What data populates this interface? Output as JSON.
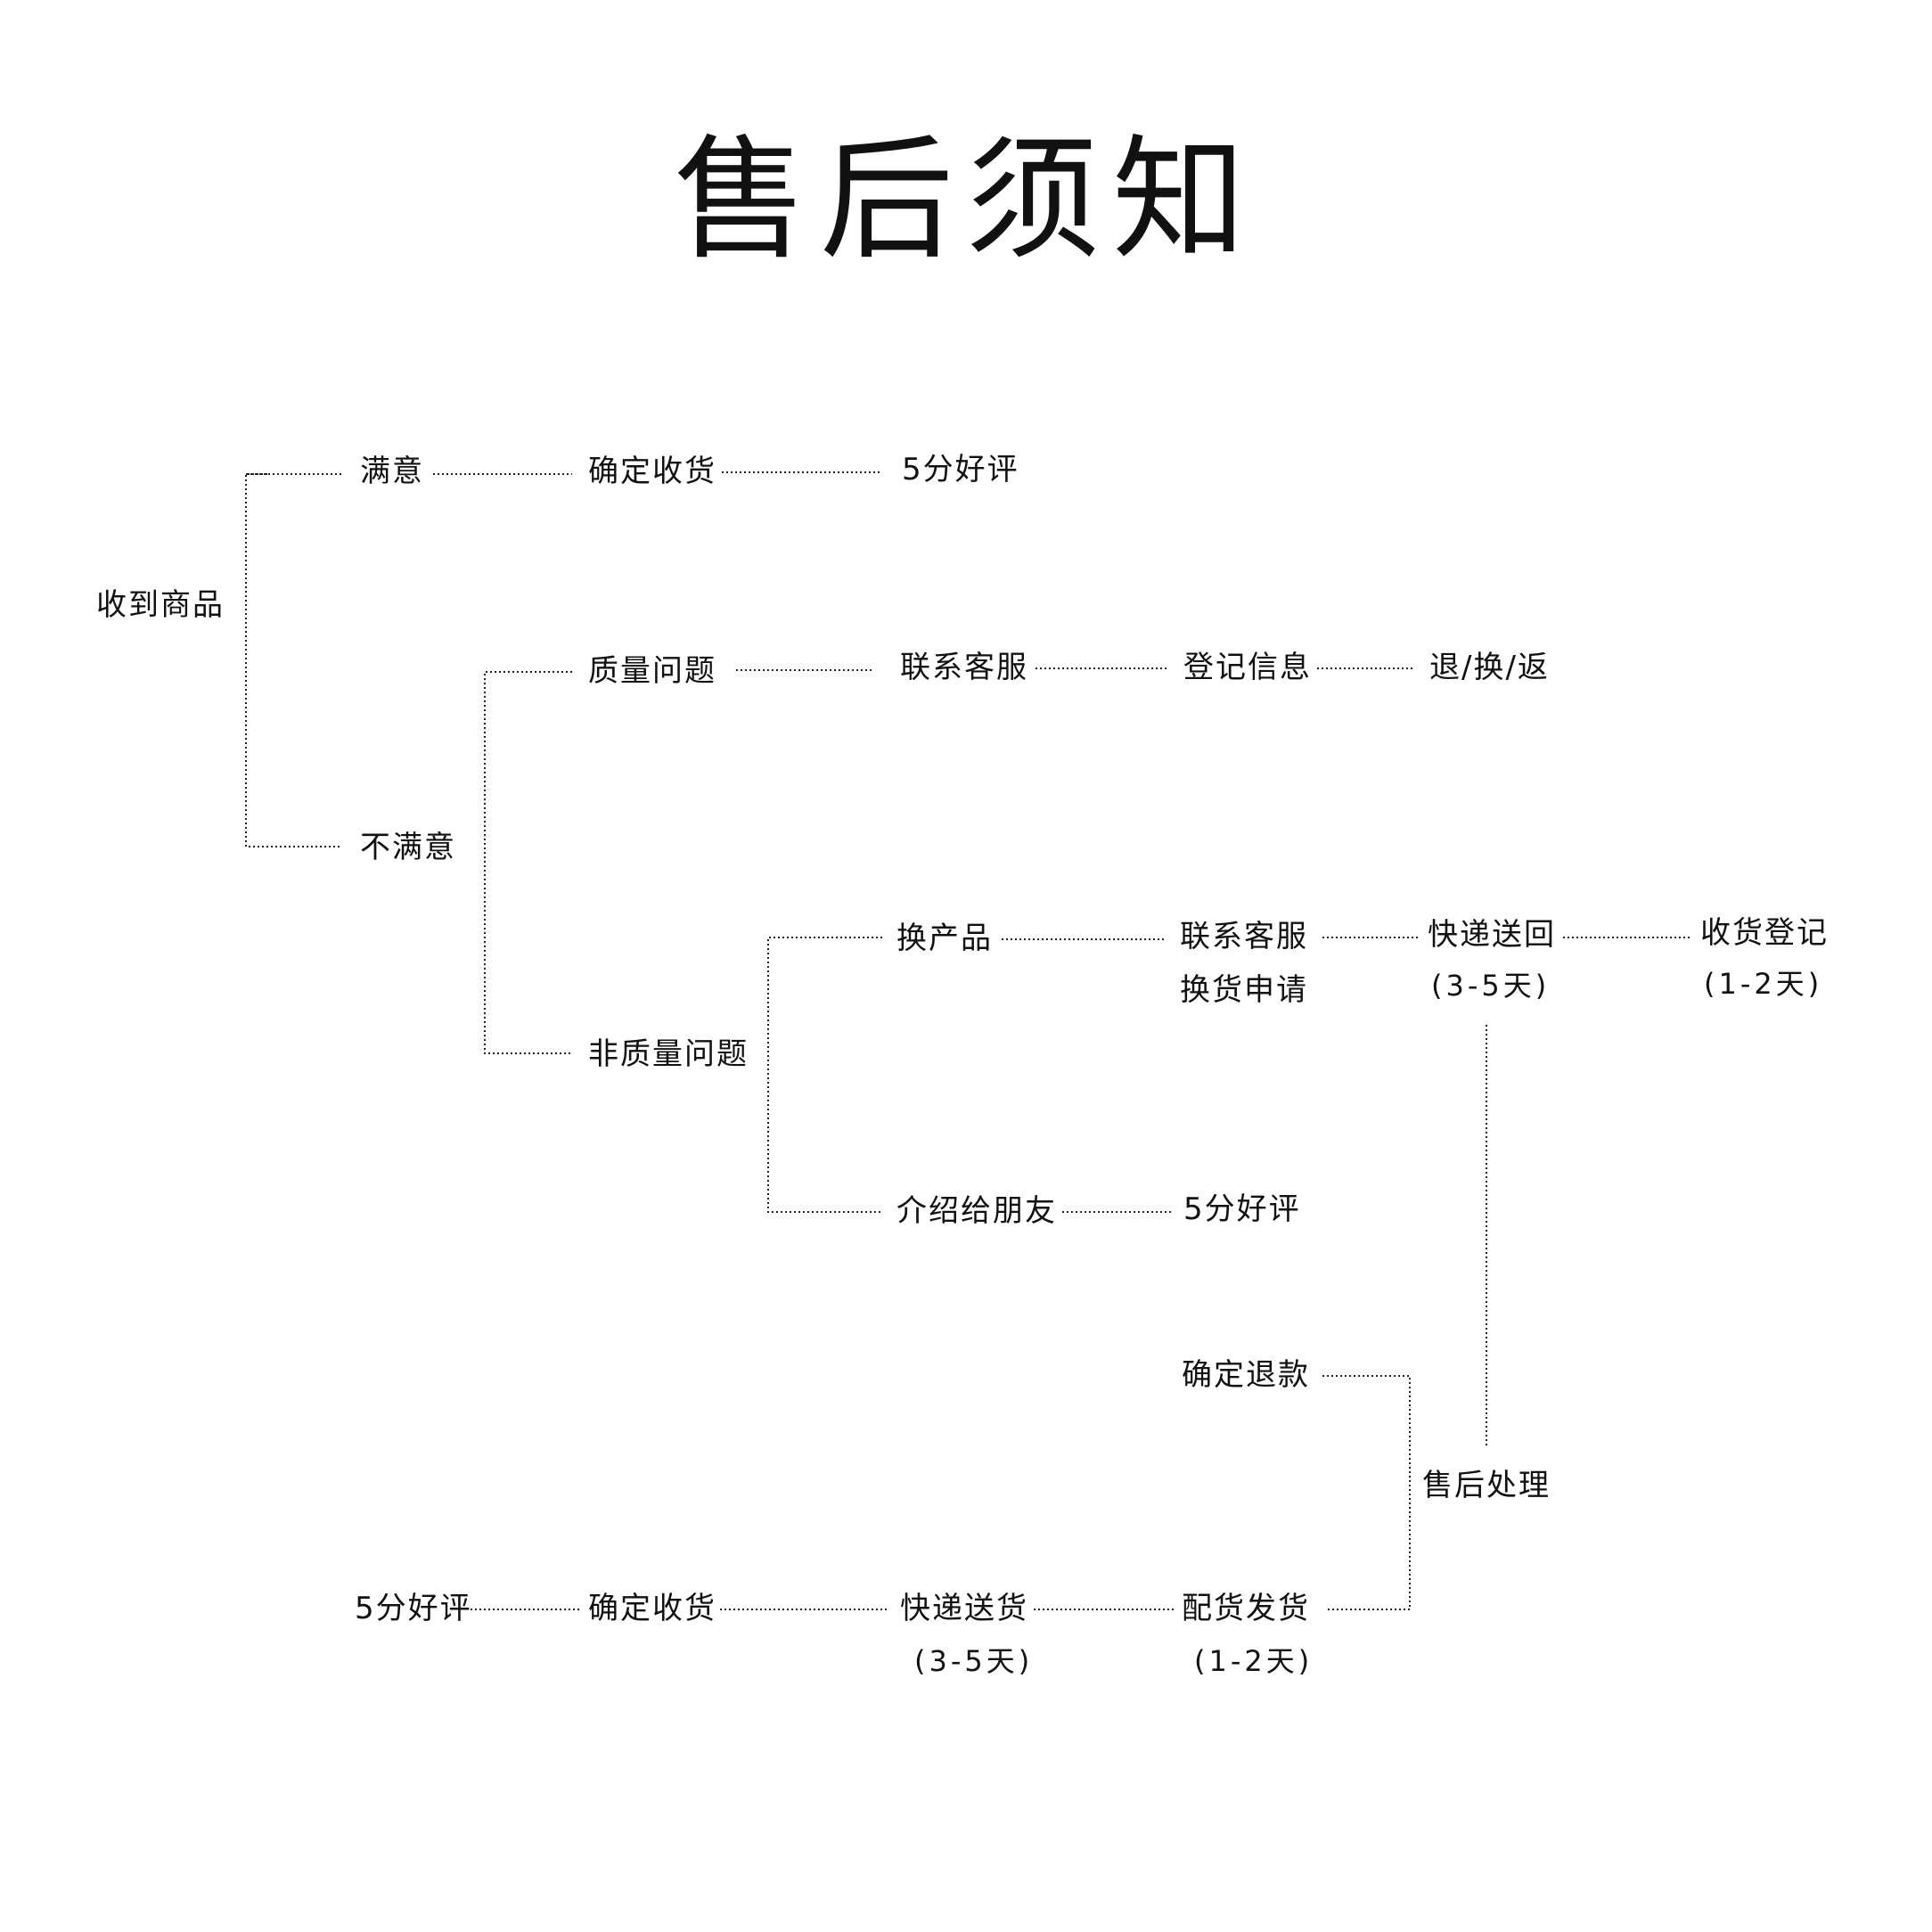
{
  "title": "售后须知",
  "nodes": {
    "received": "收到商品",
    "satisfied": "满意",
    "confirm_receipt_top": "确定收货",
    "five_star_top": "5分好评",
    "unsatisfied": "不满意",
    "quality_issue": "质量问题",
    "contact_cs_quality": "联系客服",
    "register_info": "登记信息",
    "return_exchange": "退/换/返",
    "non_quality_issue": "非质量问题",
    "exchange_product": "换产品",
    "contact_cs_exchange": "联系客服",
    "exchange_application": "换货申请",
    "express_return": "快递送回",
    "express_return_days": "(3-5天)",
    "receipt_register": "收货登记",
    "receipt_register_days": "(1-2天)",
    "introduce_friends": "介绍给朋友",
    "five_star_friends": "5分好评",
    "confirm_refund": "确定退款",
    "after_sales_processing": "售后处理",
    "five_star_bottom": "5分好评",
    "confirm_receipt_bottom": "确定收货",
    "express_delivery": "快递送货",
    "express_delivery_days": "(3-5天)",
    "pick_and_ship": "配货发货",
    "pick_and_ship_days": "(1-2天)"
  },
  "style": {
    "line_color": "#222222",
    "text_color": "#111111",
    "background": "#ffffff"
  }
}
